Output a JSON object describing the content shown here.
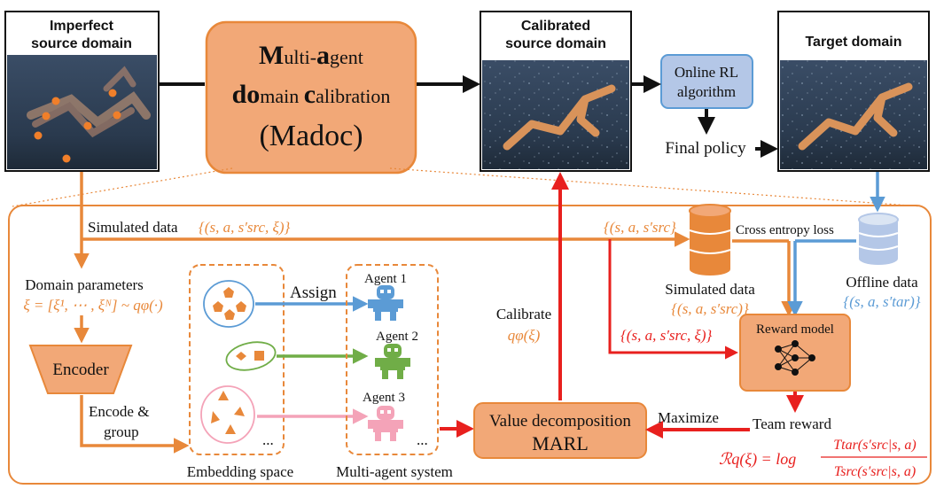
{
  "colors": {
    "orange": "#e8883a",
    "orange_fill": "#f2a877",
    "orange_light_fill": "#f6b992",
    "red": "#e8201e",
    "blue": "#5b9bd5",
    "blue_fill": "#b4c7e7",
    "green": "#70ad47",
    "pink": "#f4a3b8",
    "black": "#111111"
  },
  "panels": {
    "imperfect": {
      "title_line1": "Imperfect",
      "title_line2": "source domain"
    },
    "calibrated": {
      "title_line1": "Calibrated",
      "title_line2": "source domain"
    },
    "target": {
      "title": "Target domain"
    }
  },
  "madoc": {
    "line1_big1": "M",
    "line1_rest1": "ulti-",
    "line1_big2": "a",
    "line1_rest2": "gent",
    "line2_big1": "do",
    "line2_rest1": "main ",
    "line2_big2": "c",
    "line2_rest2": "alibration",
    "line3": "(Madoc)"
  },
  "online_rl": {
    "line1": "Online RL",
    "line2": "algorithm"
  },
  "final_policy": "Final policy",
  "labels": {
    "simulated_data_prefix": "Simulated data",
    "simulated_tuple_xi": "{(s, a, s′src, ξ)}",
    "tuple_top": "{(s, a, s′src}",
    "cross_entropy": "Cross entropy loss",
    "simulated_data_db": "Simulated data",
    "simulated_db_tuple": "{(s, a, s′src)}",
    "offline_data": "Offline data",
    "offline_tuple": "{(s, a, s′tar)}",
    "domain_parameters": "Domain parameters",
    "domain_eq": "ξ = [ξ¹, ⋯ , ξᴺ] ~ qφ(·)",
    "encoder": "Encoder",
    "encode_group_1": "Encode &",
    "encode_group_2": "group",
    "embedding_space": "Embedding space",
    "assign": "Assign",
    "agent1": "Agent 1",
    "agent2": "Agent 2",
    "agent3": "Agent 3",
    "ellipsis": "...",
    "multi_agent_system": "Multi-agent system",
    "calibrate": "Calibrate",
    "calibrate_q": "qφ(ξ)",
    "red_tuple": "{(s, a, s′src, ξ)}",
    "reward_model": "Reward model",
    "vd_line1": "Value decomposition",
    "vd_line2": "MARL",
    "maximize": "Maximize",
    "team_reward": "Team reward",
    "formula_lhs": "ℛq(ξ) = log",
    "formula_num": "Ttar(s′src|s, a)",
    "formula_den": "Tsrc(s′src|s, a)"
  }
}
